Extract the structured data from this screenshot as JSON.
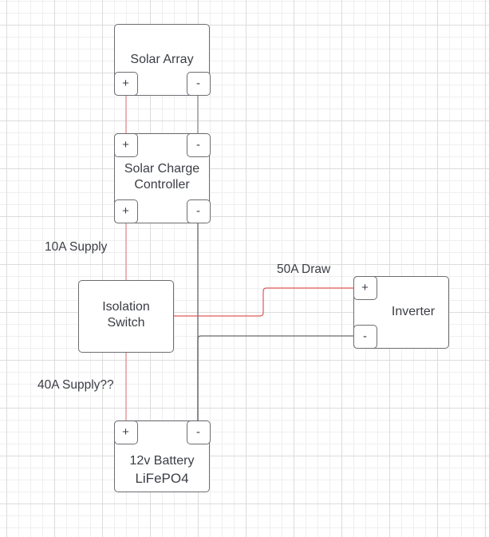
{
  "colors": {
    "positive_wire": "#e05a5a",
    "negative_wire": "#7d7f85",
    "block_border": "#6b6d72",
    "text": "#3a3d44"
  },
  "blocks": {
    "solar_array": {
      "label": "Solar Array",
      "port_pos": "+",
      "port_neg": "-"
    },
    "charge_controller": {
      "label_line1": "Solar Charge",
      "label_line2": "Controller",
      "port_in_pos": "+",
      "port_in_neg": "-",
      "port_out_pos": "+",
      "port_out_neg": "-"
    },
    "isolation_switch": {
      "label_line1": "Isolation",
      "label_line2": "Switch"
    },
    "inverter": {
      "label": "Inverter",
      "port_pos": "+",
      "port_neg": "-"
    },
    "battery": {
      "label_line1": "12v Battery",
      "label_line2": "LiFePO4",
      "port_pos": "+",
      "port_neg": "-"
    }
  },
  "annotations": {
    "supply_10a": "10A Supply",
    "draw_50a": "50A Draw",
    "supply_40a": "40A Supply??"
  }
}
